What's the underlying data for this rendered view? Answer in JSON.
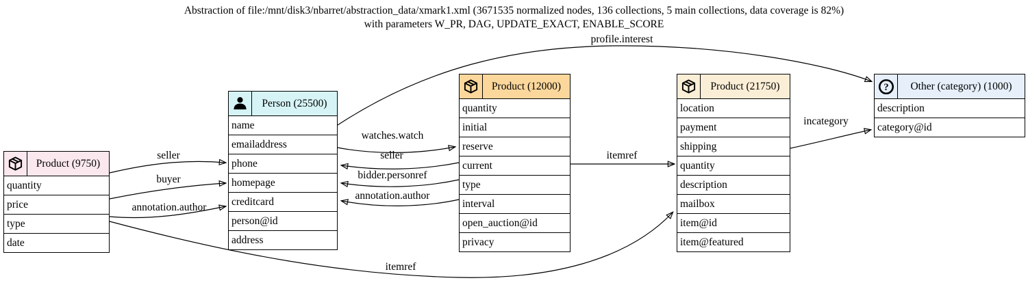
{
  "title": {
    "line1": "Abstraction of file:/mnt/disk3/nbarret/abstraction_data/xmark1.xml (3671535 normalized nodes, 136 collections, 5 main collections, data coverage is 82%)",
    "line2": "with parameters W_PR, DAG, UPDATE_EXACT, ENABLE_SCORE"
  },
  "colors": {
    "product_9750_header": "#fbe8ef",
    "person_25500_header": "#d6f4f6",
    "product_12000_header": "#fbd79c",
    "product_21750_header": "#fbeed6",
    "other_category_header": "#e6effa",
    "border": "#000000"
  },
  "icons": {
    "question_glyph": "?"
  },
  "entities": [
    {
      "id": "product-9750",
      "icon": "package-icon",
      "title": "Product (9750)",
      "fields": [
        "quantity",
        "price",
        "type",
        "date"
      ]
    },
    {
      "id": "person-25500",
      "icon": "person-icon",
      "title": "Person (25500)",
      "fields": [
        "name",
        "emailaddress",
        "phone",
        "homepage",
        "creditcard",
        "person@id",
        "address"
      ]
    },
    {
      "id": "product-12000",
      "icon": "package-icon",
      "title": "Product (12000)",
      "fields": [
        "quantity",
        "initial",
        "reserve",
        "current",
        "type",
        "interval",
        "open_auction@id",
        "privacy"
      ]
    },
    {
      "id": "product-21750",
      "icon": "package-icon",
      "title": "Product (21750)",
      "fields": [
        "location",
        "payment",
        "shipping",
        "quantity",
        "description",
        "mailbox",
        "item@id",
        "item@featured"
      ]
    },
    {
      "id": "other-category-1000",
      "icon": "question-icon",
      "title": "Other (category) (1000)",
      "fields": [
        "description",
        "category@id"
      ]
    }
  ],
  "edges": [
    {
      "label": "seller",
      "from": "Product (9750)",
      "to": "Person (25500) / phone"
    },
    {
      "label": "buyer",
      "from": "Product (9750) / price",
      "to": "Person (25500) / homepage"
    },
    {
      "label": "annotation.author",
      "from": "Product (9750) / type",
      "to": "Person (25500) / creditcard"
    },
    {
      "label": "itemref",
      "from": "Product (9750) / type",
      "to": "Product (21750) / mailbox"
    },
    {
      "label": "watches.watch",
      "from": "Person (25500) / emailaddress",
      "to": "Product (12000) / reserve"
    },
    {
      "label": "seller",
      "from": "Product (12000) / current",
      "to": "Person (25500) / phone"
    },
    {
      "label": "bidder.personref",
      "from": "Product (12000) / type",
      "to": "Person (25500) / homepage"
    },
    {
      "label": "annotation.author",
      "from": "Product (12000) / interval",
      "to": "Person (25500) / creditcard"
    },
    {
      "label": "itemref",
      "from": "Product (12000) / current",
      "to": "Product (21750) / quantity"
    },
    {
      "label": "profile.interest",
      "from": "Person (25500) / name",
      "to": "Other (category) (1000)"
    },
    {
      "label": "incategory",
      "from": "Product (21750) / shipping",
      "to": "Other (category) (1000) / category@id"
    }
  ]
}
